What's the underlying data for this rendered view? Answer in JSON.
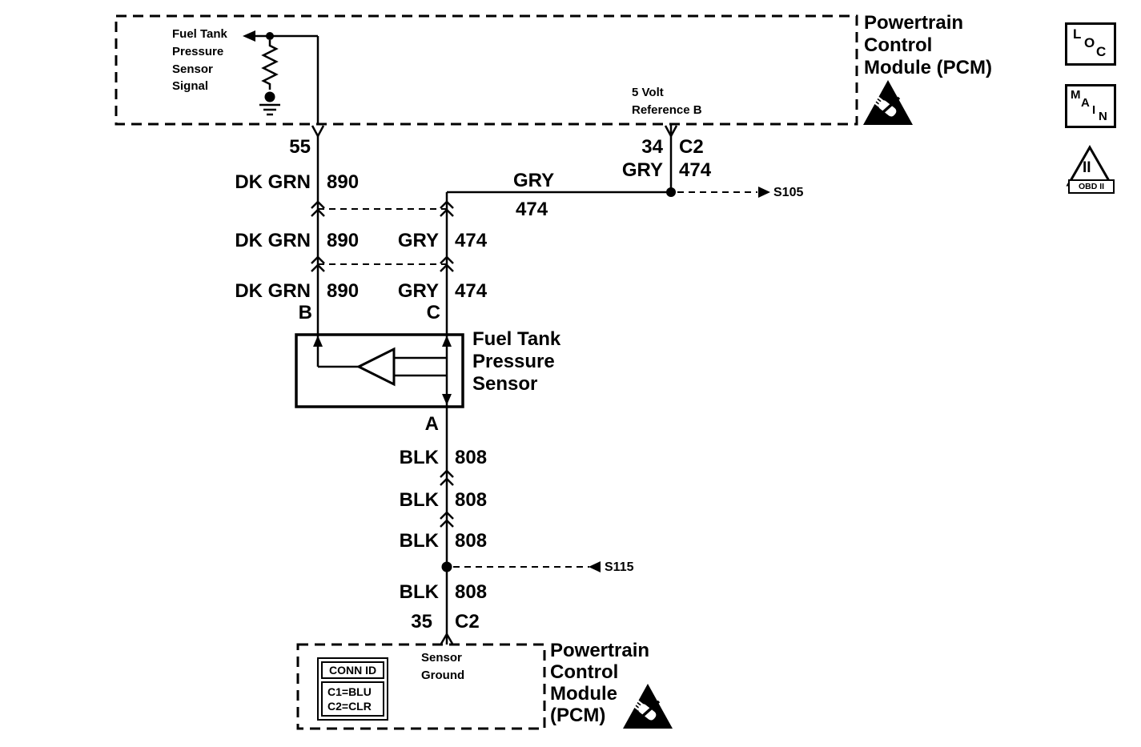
{
  "top_pcm": {
    "signal_label": "Fuel Tank\nPressure\nSensor\nSignal",
    "reference_label": "5 Volt\nReference B",
    "module_label": "Powertrain\nControl\nModule (PCM)",
    "pin_55": "55",
    "pin_34": "34",
    "connector_34": "C2",
    "wire_34_color": "GRY",
    "wire_34_circuit": "474"
  },
  "badges": {
    "loc": [
      "L",
      "O",
      "C"
    ],
    "main": [
      "M",
      "A",
      "I",
      "N"
    ],
    "obd": {
      "numeral": "II",
      "label": "OBD II"
    }
  },
  "jumper": {
    "color": "GRY",
    "circuit": "474",
    "splice": "S105"
  },
  "left_wire": {
    "rows": [
      {
        "color": "DK GRN",
        "circuit": "890"
      },
      {
        "color": "DK GRN",
        "circuit": "890"
      },
      {
        "color": "DK GRN",
        "circuit": "890"
      }
    ],
    "terminal": "B"
  },
  "right_wire": {
    "rows": [
      {
        "color": "GRY",
        "circuit": "474"
      },
      {
        "color": "GRY",
        "circuit": "474"
      }
    ],
    "terminal": "C"
  },
  "sensor": {
    "label": "Fuel Tank\nPressure\nSensor",
    "terminal": "A"
  },
  "ground_wire": {
    "rows": [
      {
        "color": "BLK",
        "circuit": "808"
      },
      {
        "color": "BLK",
        "circuit": "808"
      },
      {
        "color": "BLK",
        "circuit": "808"
      },
      {
        "color": "BLK",
        "circuit": "808"
      }
    ],
    "splice": "S115",
    "pin": "35",
    "connector": "C2"
  },
  "bottom_pcm": {
    "conn_id_header": "CONN ID",
    "conn_id_rows": [
      "C1=BLU",
      "C2=CLR"
    ],
    "ground_label": "Sensor\nGround",
    "module_label": "Powertrain\nControl\nModule\n(PCM)"
  }
}
